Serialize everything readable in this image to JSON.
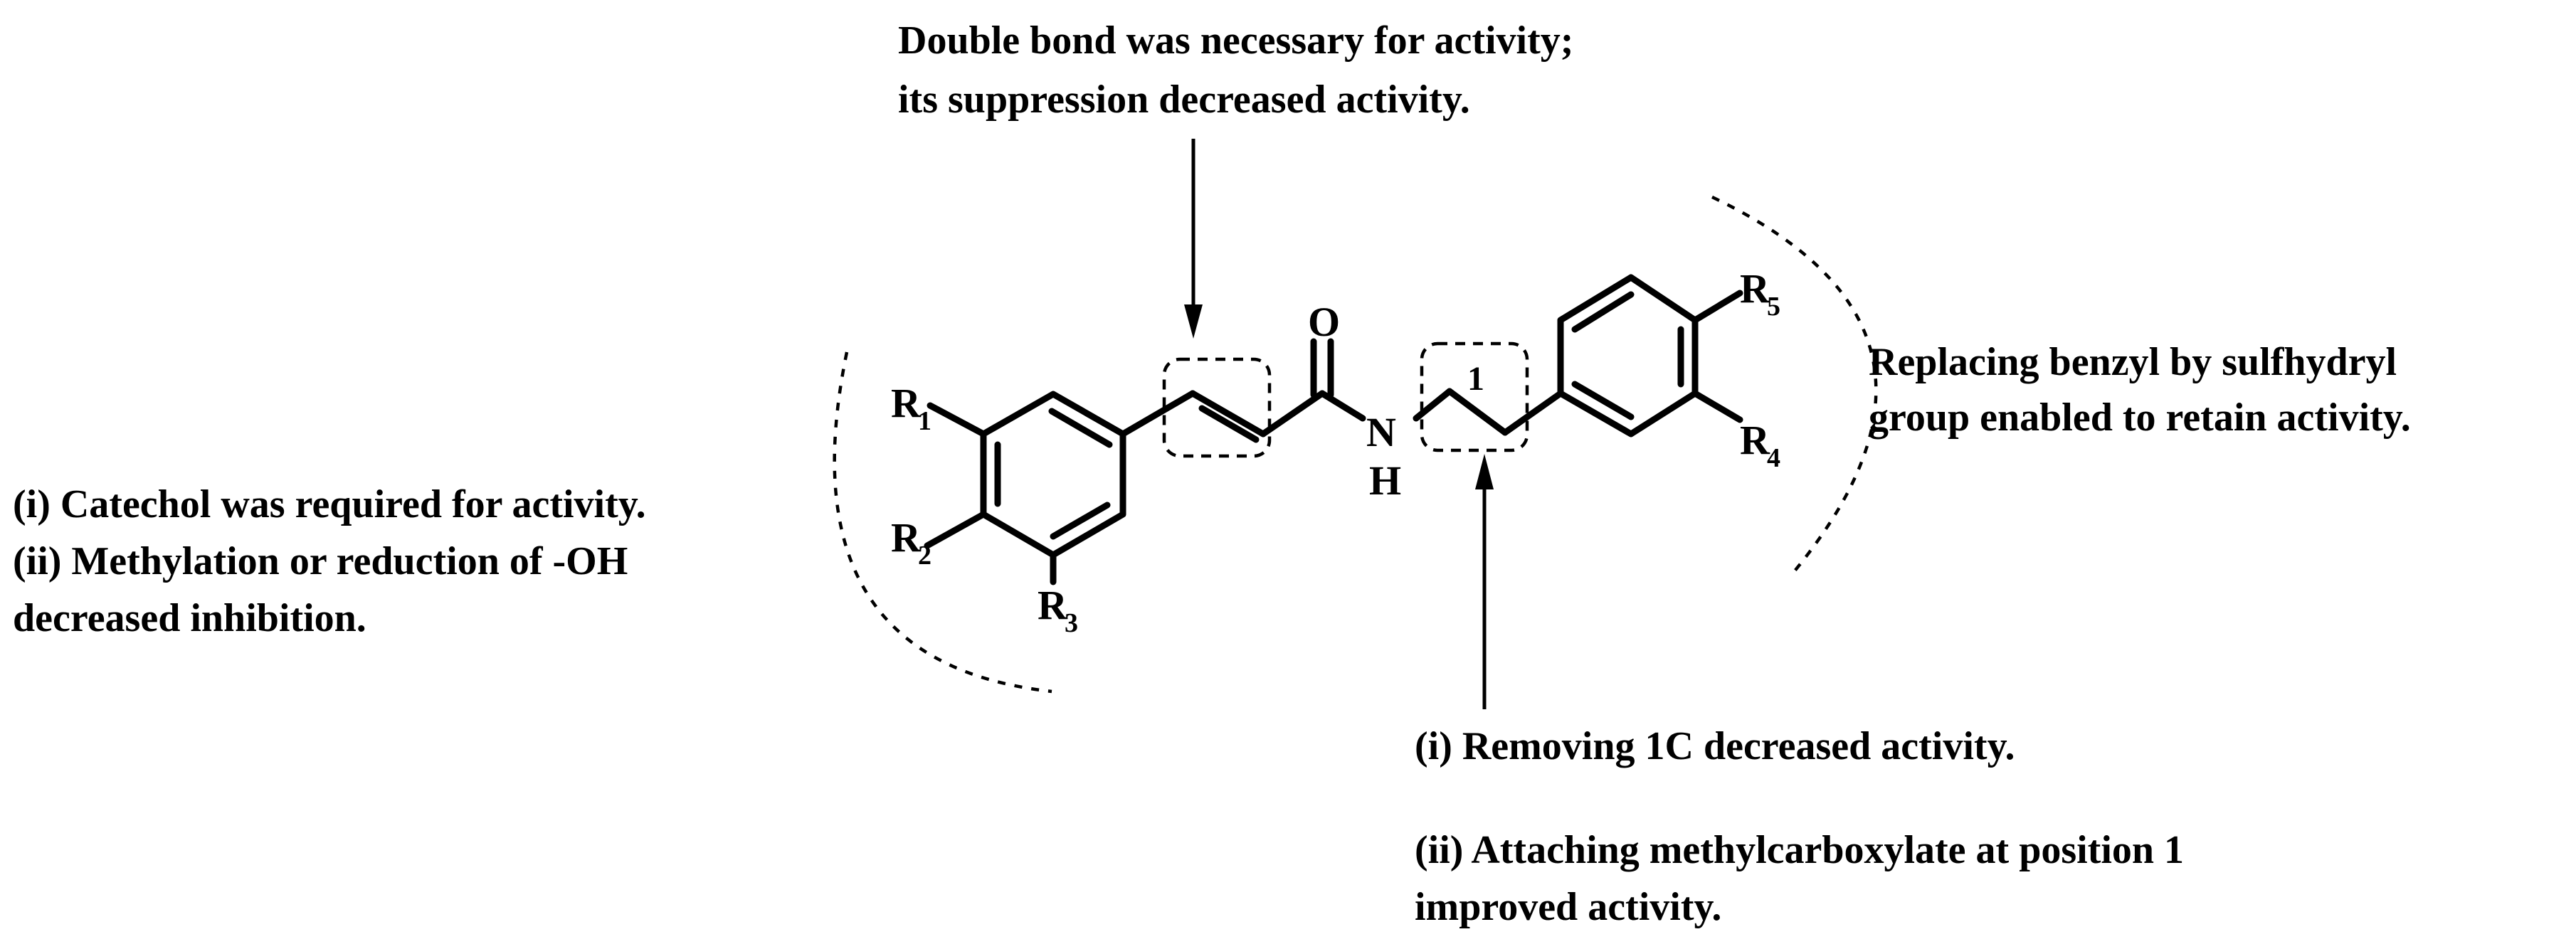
{
  "notes": {
    "top": {
      "line1": "Double bond was necessary for activity;",
      "line2": "its suppression decreased activity."
    },
    "left": {
      "line1": "(i) Catechol was required for activity.",
      "line2": "(ii) Methylation or reduction of -OH",
      "line3": "decreased inhibition."
    },
    "right": {
      "line1": "Replacing benzyl by sulfhydryl",
      "line2": "group enabled to retain activity."
    },
    "bottom": {
      "line1": "(i) Removing 1C decreased activity.",
      "line2": "(ii) Attaching methylcarboxylate at position 1",
      "line3": "improved activity."
    }
  },
  "atoms": {
    "r1": "R",
    "r1_sub": "1",
    "r2": "R",
    "r2_sub": "2",
    "r3": "R",
    "r3_sub": "3",
    "r4": "R",
    "r4_sub": "4",
    "r5": "R",
    "r5_sub": "5",
    "oxygen": "O",
    "nitrogen": "N",
    "hydrogen": "H",
    "locant": "1"
  }
}
